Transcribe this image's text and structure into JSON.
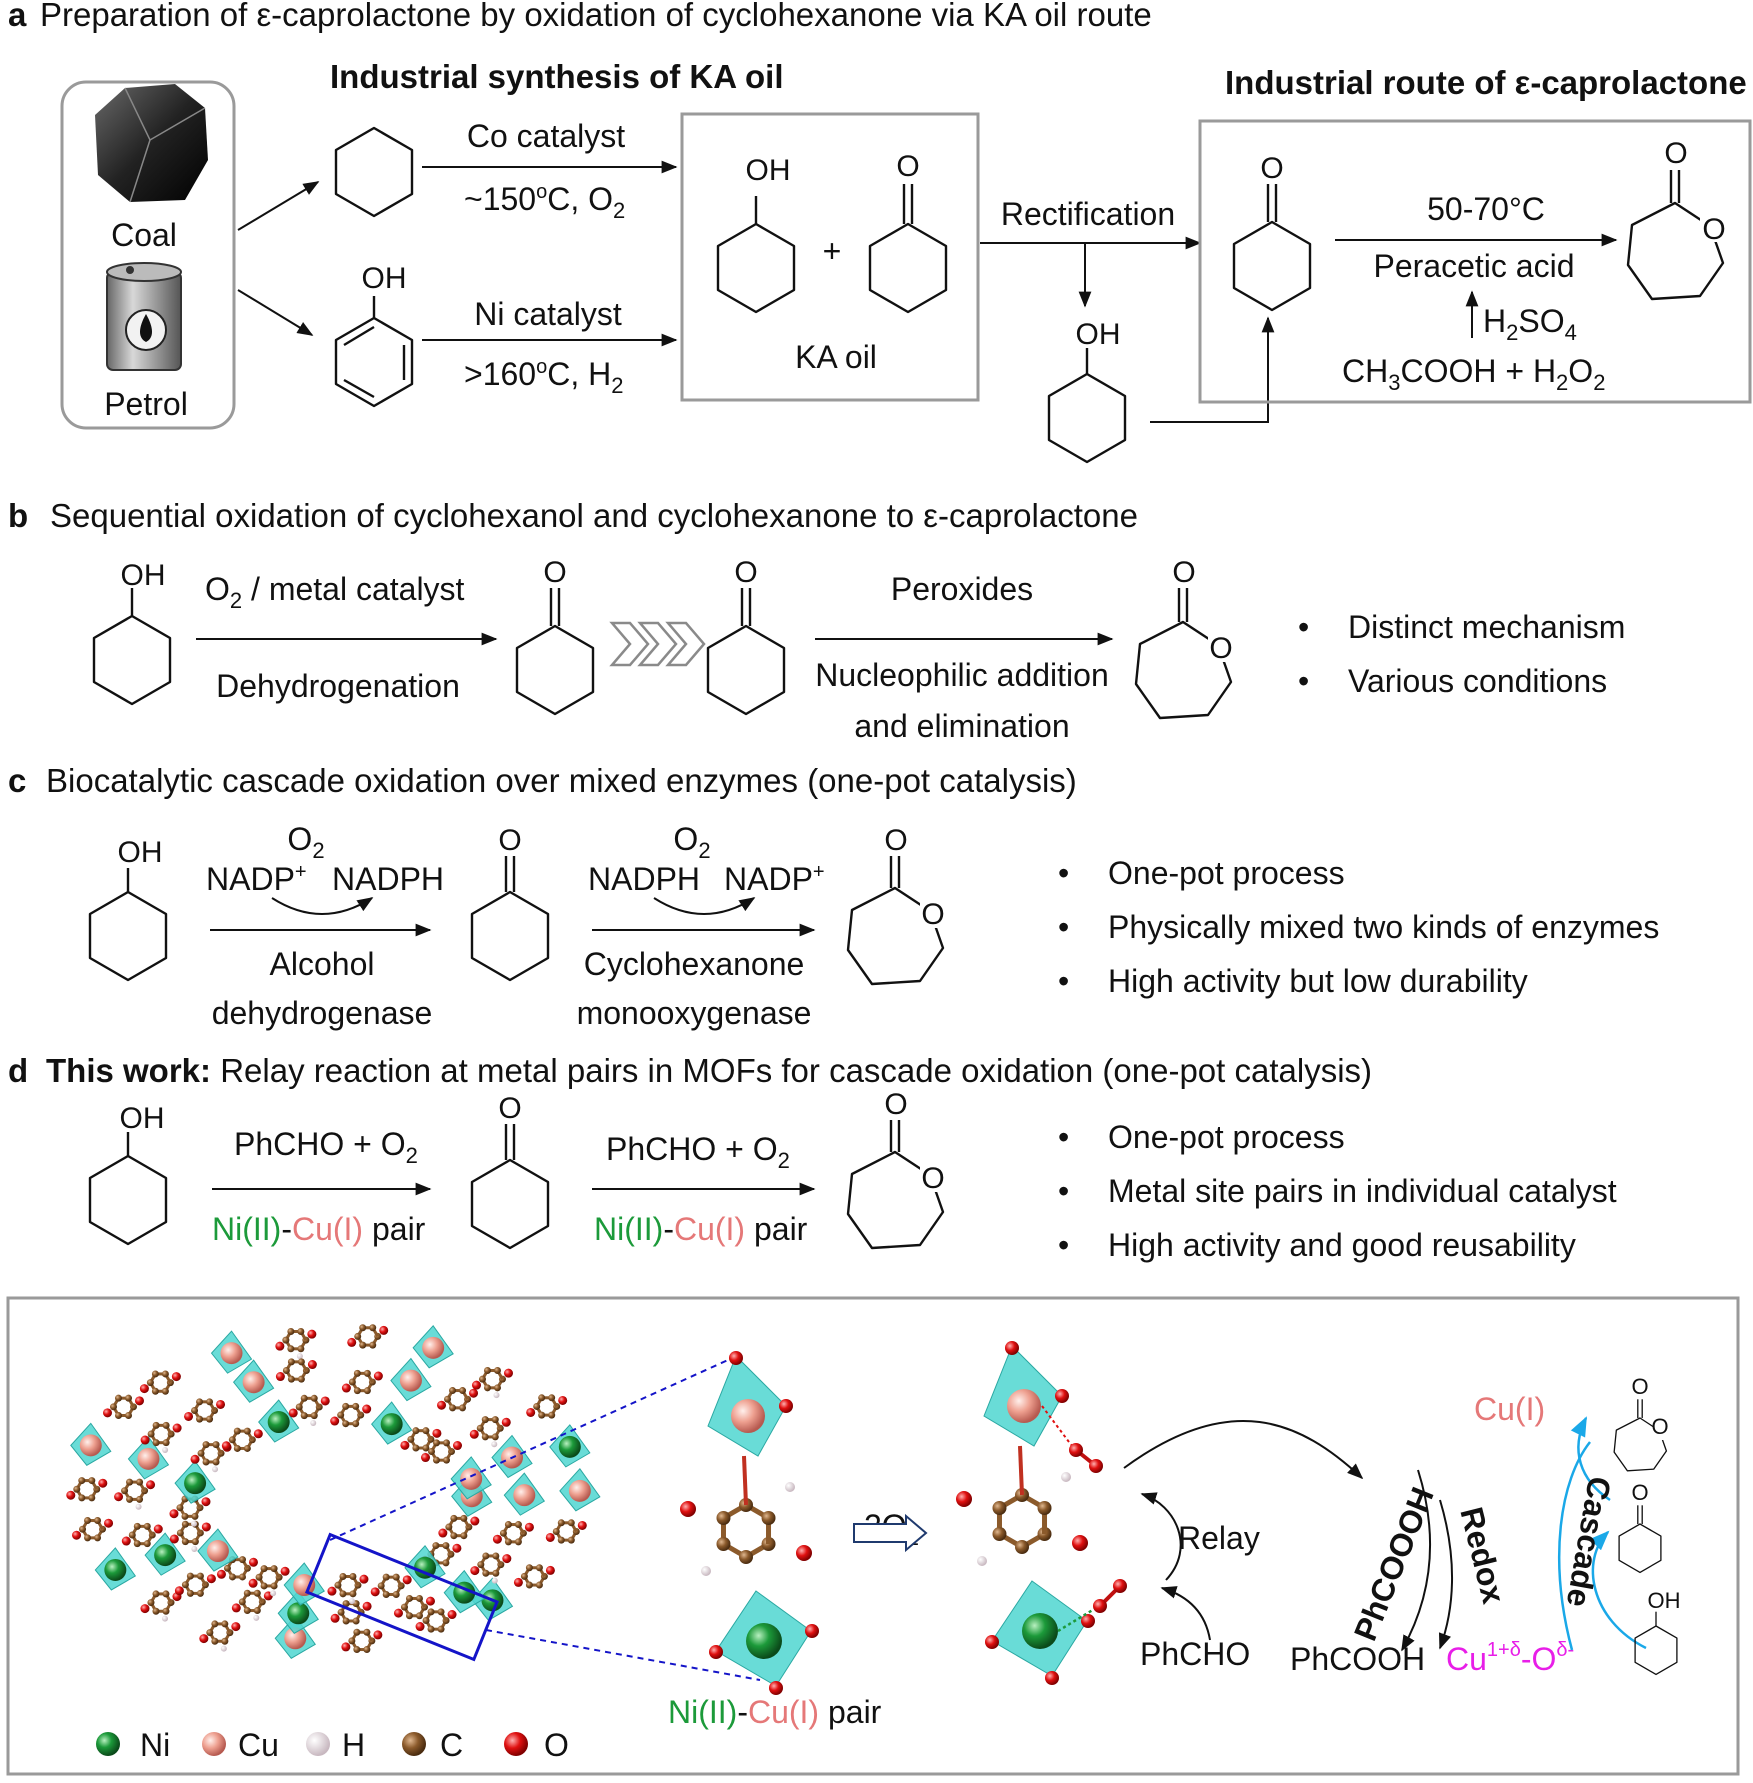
{
  "panel_a": {
    "letter": "a",
    "title": "Preparation of ε-caprolactone by oxidation of cyclohexanone via KA oil route",
    "sources": [
      "Coal",
      "Petrol"
    ],
    "industrial_ka_title": "Industrial synthesis of KA oil",
    "co_catalyst": "Co catalyst",
    "co_conditions": [
      "~150",
      "o",
      "C, O",
      "2"
    ],
    "ni_catalyst": "Ni catalyst",
    "ni_conditions": [
      ">160",
      "o",
      "C, H",
      "2"
    ],
    "oh": "OH",
    "o": "O",
    "plus": "+",
    "ka_oil": "KA oil",
    "rectification": "Rectification",
    "industrial_route_title": "Industrial route of ε-caprolactone",
    "temp": "50-70°C",
    "peracetic": "Peracetic acid",
    "h2so4": [
      "H",
      "2",
      "SO",
      "4"
    ],
    "reagents": [
      "CH",
      "3",
      "COOH + H",
      "2",
      "O",
      "2"
    ]
  },
  "panel_b": {
    "letter": "b",
    "title": "Sequential oxidation of cyclohexanol and cyclohexanone to ε-caprolactone",
    "step1_top": [
      "O",
      "2",
      " / metal catalyst"
    ],
    "step1_bottom": "Dehydrogenation",
    "step2_top": "Peroxides",
    "step2_bottom": [
      "Nucleophilic addition",
      "and elimination"
    ],
    "bullets": [
      "Distinct mechanism",
      "Various conditions"
    ]
  },
  "panel_c": {
    "letter": "c",
    "title": "Biocatalytic cascade oxidation over mixed enzymes (one-pot catalysis)",
    "o2": [
      "O",
      "2"
    ],
    "step1_cof": [
      "NADP",
      "+",
      "NADPH"
    ],
    "step1_enzyme": [
      "Alcohol",
      "dehydrogenase"
    ],
    "step2_cof": [
      "NADPH",
      "NADP",
      "+"
    ],
    "step2_enzyme": [
      "Cyclohexanone",
      "monooxygenase"
    ],
    "bullets": [
      "One-pot process",
      "Physically mixed two kinds of enzymes",
      "High activity but low durability"
    ]
  },
  "panel_d": {
    "letter": "d",
    "title_bold": "This work:",
    "title_rest": " Relay reaction at metal pairs in MOFs for cascade oxidation (one-pot catalysis)",
    "reagent": [
      "PhCHO + O",
      "2"
    ],
    "pair": [
      "Ni(II)",
      "-",
      "Cu(I)",
      " pair"
    ],
    "bullets": [
      "One-pot process",
      "Metal site pairs in individual catalyst",
      "High activity and good reusability"
    ],
    "mechanism": {
      "two_o2": [
        "2O",
        "2"
      ],
      "relay": "Relay",
      "phcho": "PhCHO",
      "phcoooh": "PhCOOOH",
      "redox": "Redox",
      "phcooh": "PhCOOH",
      "cu_i": "Cu(I)",
      "cu_oxo": [
        "Cu",
        "1+δ",
        "-O",
        "δ-"
      ],
      "cascade": "Cascade",
      "pair_label": [
        "Ni(II)",
        "-",
        "Cu(I)",
        " pair"
      ]
    },
    "legend": [
      "Ni",
      "Cu",
      "H",
      "C",
      "O"
    ]
  },
  "colors": {
    "ni_green": "#1c9a3a",
    "cu_pink": "#e57878",
    "magenta": "#e81ee8",
    "cyan_arrow": "#1aa8e8",
    "polyhedron": "#4fd6d0",
    "carbon": "#8b5a2b",
    "oxygen": "#e01010",
    "box_gray": "#9a9a9a",
    "link_blue": "#1414c8"
  }
}
